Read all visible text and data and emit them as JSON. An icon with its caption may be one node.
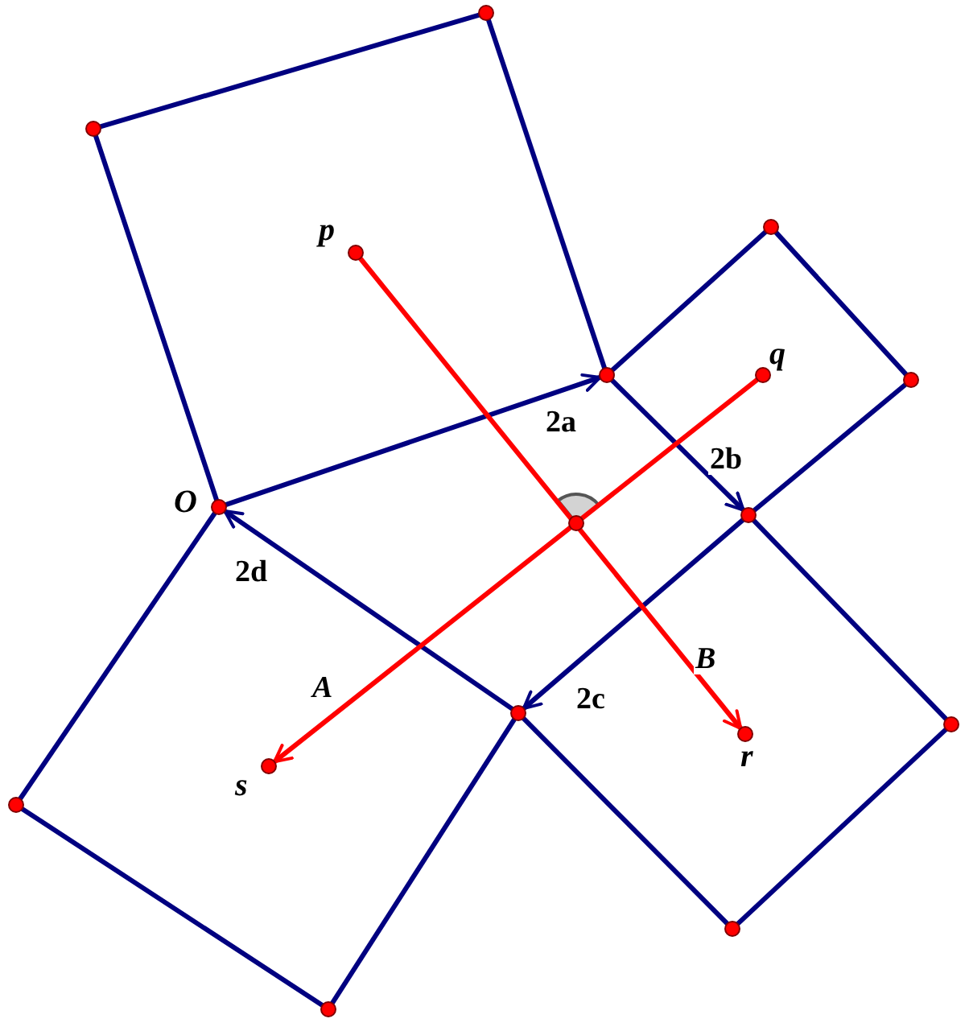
{
  "diagram": {
    "nodes": [
      {
        "text": [],
        "shape": "circle",
        "beside": [
          "O"
        ]
      },
      {
        "text": [],
        "shape": "circle"
      },
      {
        "text": [],
        "shape": "circle"
      },
      {
        "text": [],
        "shape": "circle"
      },
      {
        "text": [],
        "shape": "circle"
      },
      {
        "text": [],
        "shape": "circle"
      },
      {
        "text": [],
        "shape": "circle"
      },
      {
        "text": [],
        "shape": "circle"
      },
      {
        "text": [],
        "shape": "circle"
      },
      {
        "text": [],
        "shape": "circle"
      },
      {
        "text": [],
        "shape": "circle"
      },
      {
        "text": [],
        "shape": "circle"
      },
      {
        "text": [],
        "shape": "circle",
        "beside": [
          "p"
        ]
      },
      {
        "text": [],
        "shape": "circle",
        "beside": [
          "q"
        ]
      },
      {
        "text": [],
        "shape": "circle",
        "beside": [
          "r"
        ]
      },
      {
        "text": [],
        "shape": "circle",
        "beside": [
          "s"
        ]
      },
      {
        "text": [],
        "shape": "circle"
      }
    ],
    "edges": [
      {
        "from": 0,
        "to": 3,
        "arrow": "to",
        "label": "2a"
      },
      {
        "from": 3,
        "to": 6,
        "arrow": "to",
        "label": "2b"
      },
      {
        "from": 6,
        "to": 9,
        "arrow": "to",
        "label": "2c"
      },
      {
        "from": 9,
        "to": 0,
        "arrow": "to",
        "label": "2d"
      },
      {
        "from": 0,
        "to": 1,
        "arrow": "none"
      },
      {
        "from": 1,
        "to": 2,
        "arrow": "none"
      },
      {
        "from": 2,
        "to": 3,
        "arrow": "none"
      },
      {
        "from": 3,
        "to": 4,
        "arrow": "none"
      },
      {
        "from": 4,
        "to": 5,
        "arrow": "none"
      },
      {
        "from": 5,
        "to": 6,
        "arrow": "none"
      },
      {
        "from": 6,
        "to": 7,
        "arrow": "none"
      },
      {
        "from": 7,
        "to": 8,
        "arrow": "none"
      },
      {
        "from": 8,
        "to": 9,
        "arrow": "none"
      },
      {
        "from": 9,
        "to": 10,
        "arrow": "none"
      },
      {
        "from": 10,
        "to": 11,
        "arrow": "none"
      },
      {
        "from": 11,
        "to": 0,
        "arrow": "none"
      },
      {
        "from": 12,
        "to": 14,
        "arrow": "to",
        "label": "B",
        "color": "#ff0000"
      },
      {
        "from": 13,
        "to": 15,
        "arrow": "to",
        "label": "A",
        "color": "#ff0000"
      }
    ]
  }
}
